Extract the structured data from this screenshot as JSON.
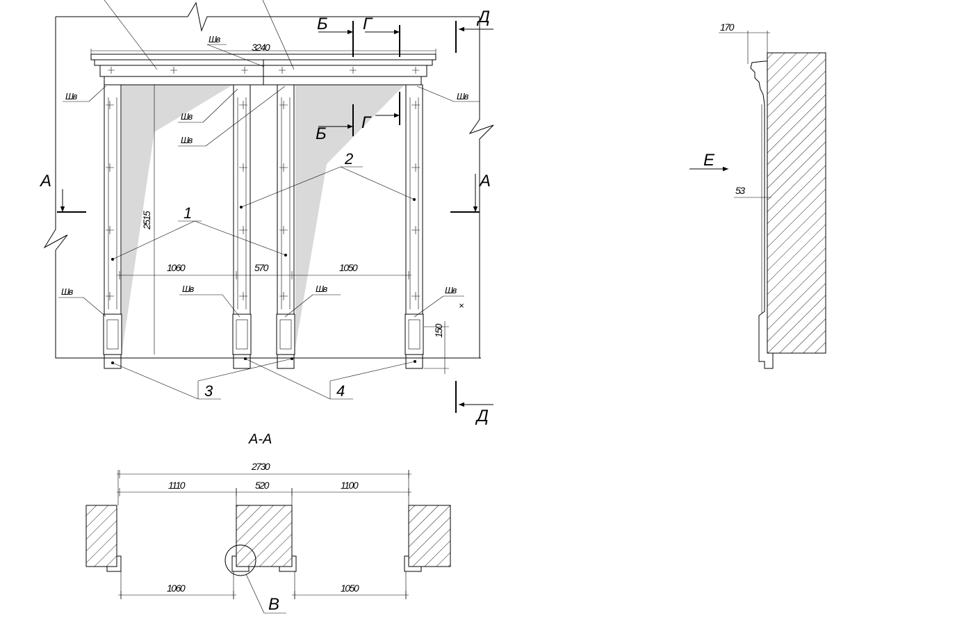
{
  "elevation": {
    "top_dimension": "3240",
    "height_dimension": "2515",
    "base_dimension": "150",
    "bottom_dimensions": [
      "1060",
      "570",
      "1050"
    ],
    "material_label": "Шв",
    "positions": [
      "1",
      "2",
      "3",
      "4"
    ],
    "section_marks": {
      "a": "А",
      "b": "Б",
      "g": "Г",
      "d": "Д"
    },
    "cross_mark": "×"
  },
  "side_view": {
    "top_dimension": "170",
    "mid_dimension": "53",
    "view_mark": "Е"
  },
  "section_aa": {
    "title": "А-А",
    "overall": "2730",
    "top_dimensions": [
      "1110",
      "520",
      "1100"
    ],
    "bottom_dimensions": [
      "1060",
      "1050"
    ],
    "detail_mark": "В"
  }
}
